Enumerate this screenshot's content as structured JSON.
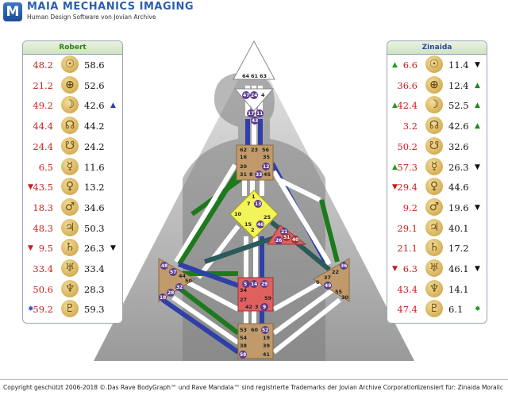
{
  "header": {
    "logo_letter": "M",
    "title": "MAIA MECHANICS IMAGING",
    "subtitle": "Human Design Software von Jovian Archive"
  },
  "left_panel": {
    "name": "Robert",
    "rows": [
      {
        "design": "48.2",
        "glyph": "sun-icon",
        "symbol": "☉",
        "personality": "58.6",
        "marker": ""
      },
      {
        "design": "21.2",
        "glyph": "earth-icon",
        "symbol": "⊕",
        "personality": "52.6",
        "marker": ""
      },
      {
        "design": "49.2",
        "glyph": "moon-icon",
        "symbol": "☽",
        "personality": "42.6",
        "marker": "▲"
      },
      {
        "design": "44.4",
        "glyph": "north-node-icon",
        "symbol": "☊",
        "personality": "44.2",
        "marker": ""
      },
      {
        "design": "24.4",
        "glyph": "south-node-icon",
        "symbol": "☋",
        "personality": "24.2",
        "marker": ""
      },
      {
        "design": "6.5",
        "glyph": "mercury-icon",
        "symbol": "☿",
        "personality": "11.6",
        "marker": ""
      },
      {
        "design": "43.5",
        "glyph": "venus-icon",
        "symbol": "♀",
        "personality": "13.2",
        "marker": "",
        "left_marker": "▼"
      },
      {
        "design": "18.3",
        "glyph": "mars-icon",
        "symbol": "♂",
        "personality": "34.6",
        "marker": ""
      },
      {
        "design": "48.3",
        "glyph": "jupiter-icon",
        "symbol": "♃",
        "personality": "50.3",
        "marker": ""
      },
      {
        "design": "9.5",
        "glyph": "saturn-icon",
        "symbol": "♄",
        "personality": "26.3",
        "marker": "▼",
        "left_marker": "▼"
      },
      {
        "design": "33.4",
        "glyph": "uranus-icon",
        "symbol": "♅",
        "personality": "33.4",
        "marker": ""
      },
      {
        "design": "50.6",
        "glyph": "neptune-icon",
        "symbol": "♆",
        "personality": "28.3",
        "marker": ""
      },
      {
        "design": "59.2",
        "glyph": "pluto-icon",
        "symbol": "♇",
        "personality": "59.3",
        "marker": "",
        "left_marker": "✸"
      }
    ]
  },
  "right_panel": {
    "name": "Zinaida",
    "rows": [
      {
        "design": "6.6",
        "symbol": "☉",
        "glyph": "sun-icon",
        "personality": "11.4",
        "left_marker": "▲",
        "marker": "▼"
      },
      {
        "design": "36.6",
        "symbol": "⊕",
        "glyph": "earth-icon",
        "personality": "12.4",
        "left_marker": "",
        "marker": "▲"
      },
      {
        "design": "42.4",
        "symbol": "☽",
        "glyph": "moon-icon",
        "personality": "52.5",
        "left_marker": "▲",
        "marker": "▲"
      },
      {
        "design": "3.2",
        "symbol": "☊",
        "glyph": "north-node-icon",
        "personality": "42.6",
        "left_marker": "",
        "marker": "▲"
      },
      {
        "design": "50.2",
        "symbol": "☋",
        "glyph": "south-node-icon",
        "personality": "32.6",
        "left_marker": "",
        "marker": ""
      },
      {
        "design": "57.3",
        "symbol": "☿",
        "glyph": "mercury-icon",
        "personality": "26.3",
        "left_marker": "▲",
        "marker": "▼"
      },
      {
        "design": "29.4",
        "symbol": "♀",
        "glyph": "venus-icon",
        "personality": "44.6",
        "left_marker": "▼",
        "marker": ""
      },
      {
        "design": "9.2",
        "symbol": "♂",
        "glyph": "mars-icon",
        "personality": "19.6",
        "left_marker": "",
        "marker": "▼"
      },
      {
        "design": "29.1",
        "symbol": "♃",
        "glyph": "jupiter-icon",
        "personality": "40.1",
        "left_marker": "",
        "marker": ""
      },
      {
        "design": "21.1",
        "symbol": "♄",
        "glyph": "saturn-icon",
        "personality": "17.2",
        "left_marker": "",
        "marker": ""
      },
      {
        "design": "6.3",
        "symbol": "♅",
        "glyph": "uranus-icon",
        "personality": "46.1",
        "left_marker": "▼",
        "marker": "▼"
      },
      {
        "design": "43.4",
        "symbol": "♆",
        "glyph": "neptune-icon",
        "personality": "14.1",
        "left_marker": "",
        "marker": ""
      },
      {
        "design": "47.4",
        "symbol": "♇",
        "glyph": "pluto-icon",
        "personality": "6.1",
        "left_marker": "",
        "marker": "✸"
      }
    ]
  },
  "bodygraph": {
    "head_gates": [
      "64",
      "61",
      "63"
    ],
    "ajna_gates": [
      "47",
      "24",
      "4",
      "17",
      "11",
      "43"
    ],
    "throat_gates": [
      "62",
      "23",
      "56",
      "16",
      "35",
      "20",
      "12",
      "31",
      "8",
      "33",
      "45"
    ],
    "g_gates": [
      "1",
      "7",
      "13",
      "10",
      "25",
      "15",
      "2",
      "46"
    ],
    "ego_gates": [
      "21",
      "26",
      "51",
      "40"
    ],
    "spleen_gates": [
      "48",
      "57",
      "44",
      "50",
      "32",
      "28",
      "18"
    ],
    "sacral_gates": [
      "34",
      "5",
      "14",
      "29",
      "27",
      "42",
      "3",
      "9",
      "59"
    ],
    "solar_gates": [
      "36",
      "22",
      "37",
      "6",
      "49",
      "55",
      "30"
    ],
    "root_gates": [
      "53",
      "60",
      "52",
      "54",
      "19",
      "38",
      "39",
      "58",
      "41"
    ]
  },
  "footer": {
    "copyright": "Copyright geschützt 2006-2018 ©.Das Rave BodyGraph™ und Rave Mandala™ sind registrierte Trademarks der Jovian Archive Corporation.",
    "license": "lizensiert für: Zinaida Moralic"
  }
}
